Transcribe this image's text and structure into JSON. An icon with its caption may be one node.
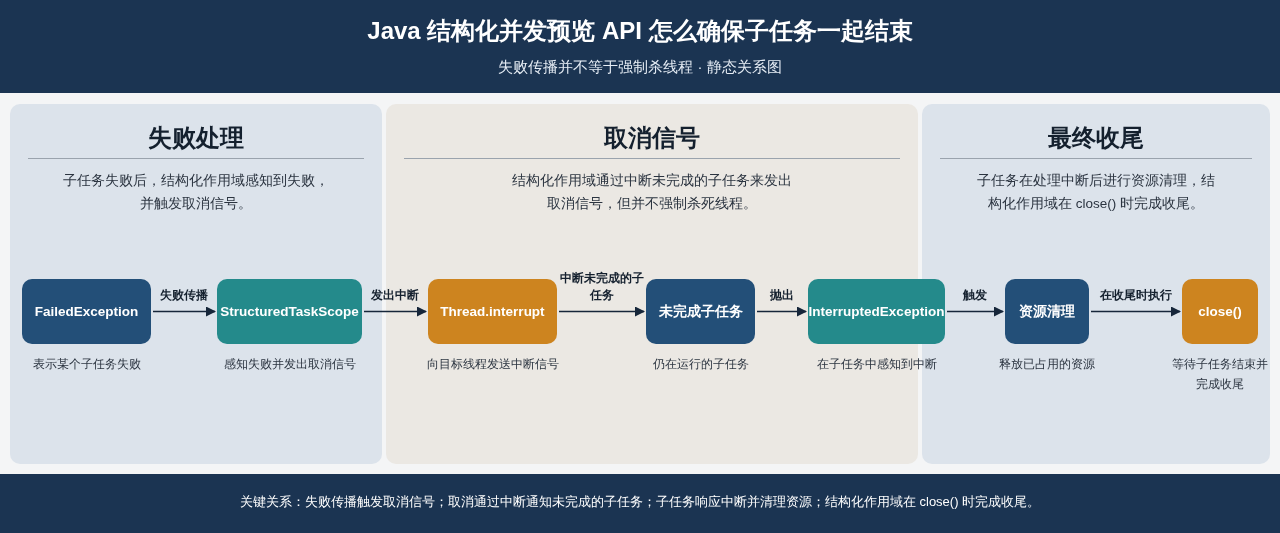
{
  "diagram": {
    "title": "Java 结构化并发预览 API 怎么确保子任务一起结束",
    "caption": "关键关系：失败传播触发取消信号；取消通过中断通知未完成的子任务；子任务响应中断并清理资源；结构化作用域在 close() 时完成收尾。",
    "labels": [
      "失败传播并不等于强制杀线程 · 静态关系图"
    ],
    "nodes": [
      {
        "text": [
          "失败处理",
          "子任务失败后，结构化作用域感知到失败，并触发取消信号。"
        ]
      },
      {
        "text": [
          "取消信号",
          "结构化作用域通过中断未完成的子任务来发出取消信号，但并不强制杀死线程。"
        ]
      },
      {
        "text": [
          "最终收尾",
          "子任务在处理中断后进行资源清理，结构化作用域在 close() 时完成收尾。"
        ]
      },
      {
        "text": [
          "FailedException"
        ],
        "in": 0,
        "beside": [
          "表示某个子任务失败"
        ]
      },
      {
        "text": [
          "StructuredTaskScope"
        ],
        "in": 0,
        "beside": [
          "感知失败并发出取消信号"
        ]
      },
      {
        "text": [
          "Thread.interrupt"
        ],
        "in": 1,
        "beside": [
          "向目标线程发送中断信号"
        ]
      },
      {
        "text": [
          "未完成子任务"
        ],
        "in": 1,
        "beside": [
          "仍在运行的子任务"
        ]
      },
      {
        "text": [
          "InterruptedException"
        ],
        "beside": [
          "在子任务中感知到中断"
        ]
      },
      {
        "text": [
          "资源清理"
        ],
        "in": 2,
        "beside": [
          "释放已占用的资源"
        ]
      },
      {
        "text": [
          "close()"
        ],
        "in": 2,
        "beside": [
          "等待子任务结束并完成收尾"
        ]
      }
    ],
    "edges": [
      {
        "from": 3,
        "to": 4,
        "arrow": "to",
        "label": "失败传播"
      },
      {
        "from": 4,
        "to": 5,
        "arrow": "to",
        "label": "发出中断"
      },
      {
        "from": 5,
        "to": 6,
        "arrow": "to",
        "label": "中断未完成的子任务"
      },
      {
        "from": 6,
        "to": 7,
        "arrow": "to",
        "label": "抛出"
      },
      {
        "from": 7,
        "to": 8,
        "arrow": "to",
        "label": "触发"
      },
      {
        "from": 8,
        "to": 9,
        "arrow": "to",
        "label": "在收尾时执行"
      }
    ]
  }
}
